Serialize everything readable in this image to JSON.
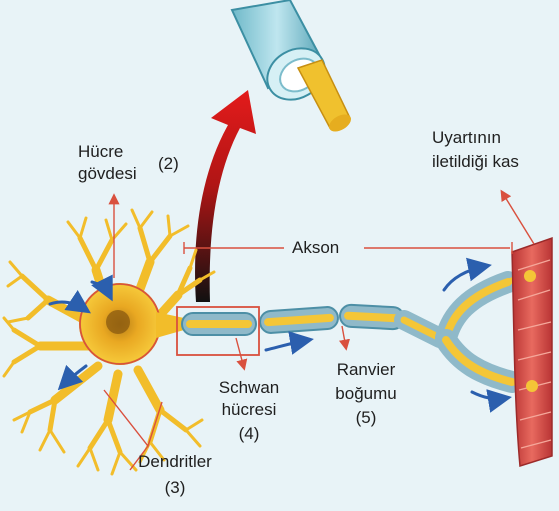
{
  "labels": {
    "cell_body": {
      "line1": "Hücre",
      "line2": "gövdesi",
      "number": "(2)"
    },
    "muscle": {
      "line1": "Uyartının",
      "line2": "iletildiği kas"
    },
    "axon": "Akson",
    "schwann": {
      "line1": "Schwan",
      "line2": "hücresi",
      "number": "(4)"
    },
    "ranvier": {
      "line1": "Ranvier",
      "line2": "boğumu",
      "number": "(5)"
    },
    "dendrites": {
      "line1": "Dendritler",
      "number": "(3)"
    }
  },
  "colors": {
    "background": "#e8f3f7",
    "neuron": "#f2bd2a",
    "myelin": "#8fb9c9",
    "axon_core": "#f4c637",
    "muscle": "#d94a4a",
    "pointer_line": "#d9503e",
    "flow_arrow": "#2b5fae",
    "signal_arrow": "#d71f1f"
  }
}
